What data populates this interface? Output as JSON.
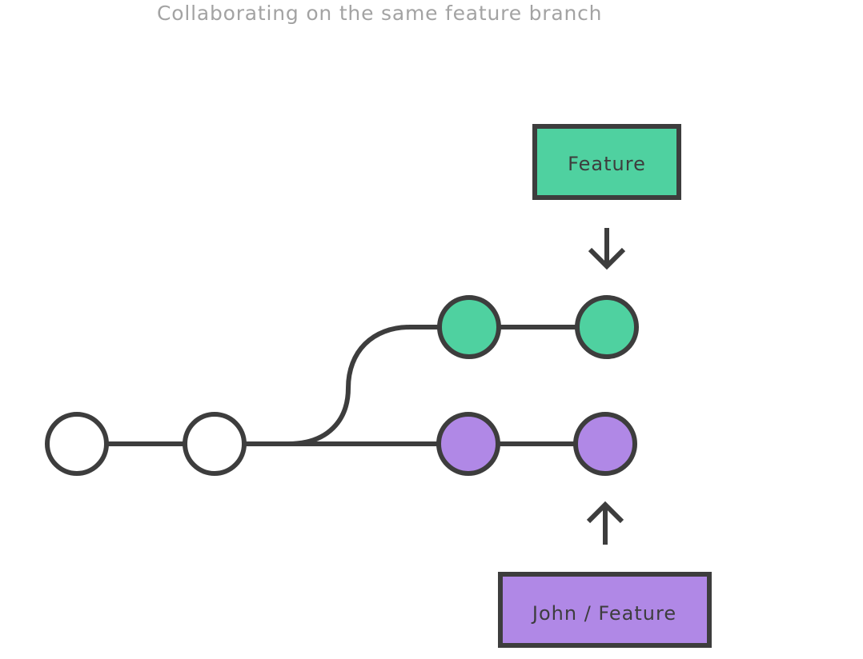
{
  "title": "Collaborating on the same feature branch",
  "colors": {
    "stroke": "#3d3d3d",
    "feature_green": "#4fd1a0",
    "john_purple": "#b088e6",
    "empty_commit": "#ffffff",
    "title_gray": "#a3a3a3"
  },
  "labels": {
    "feature": "Feature",
    "john_feature": "John / Feature"
  },
  "icons": {
    "feature_pointer": "arrow-down-icon",
    "john_pointer": "arrow-up-icon"
  }
}
